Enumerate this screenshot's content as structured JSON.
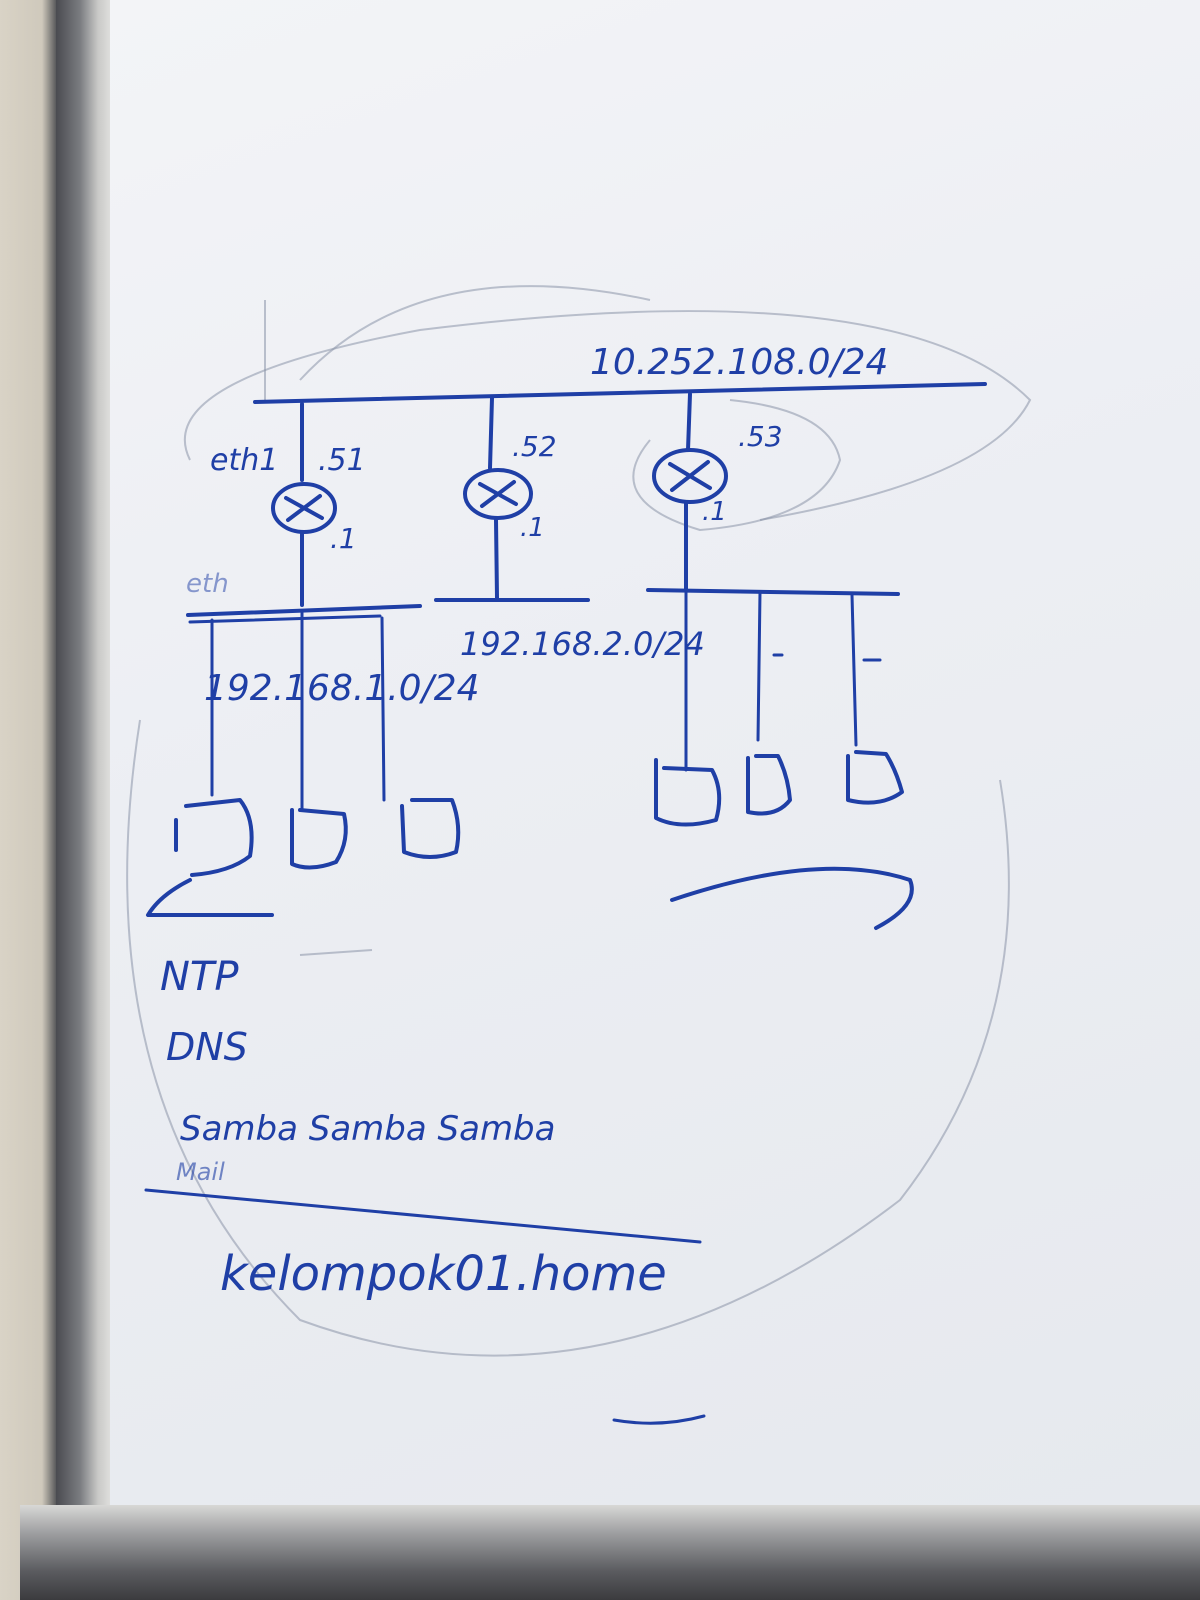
{
  "network": {
    "top_subnet": "10.252.108.0/24",
    "routers": [
      {
        "upper_host": ".51",
        "lower_host": ".1",
        "upper_iface": "eth1",
        "lower_iface": "eth"
      },
      {
        "upper_host": ".52",
        "lower_host": ".1"
      },
      {
        "upper_host": ".53",
        "lower_host": ".1"
      }
    ],
    "lan_left_subnet": "192.168.1.0/24",
    "lan_mid_subnet": "192.168.2.0/24"
  },
  "services": {
    "items": [
      "NTP",
      "DNS",
      "Samba Samba Samba"
    ],
    "mail": "Mail",
    "domain": "kelompok01.home"
  },
  "colors": {
    "ink": "#1f3fa6",
    "board": "#eceef3",
    "frame": "#7a7c80"
  }
}
